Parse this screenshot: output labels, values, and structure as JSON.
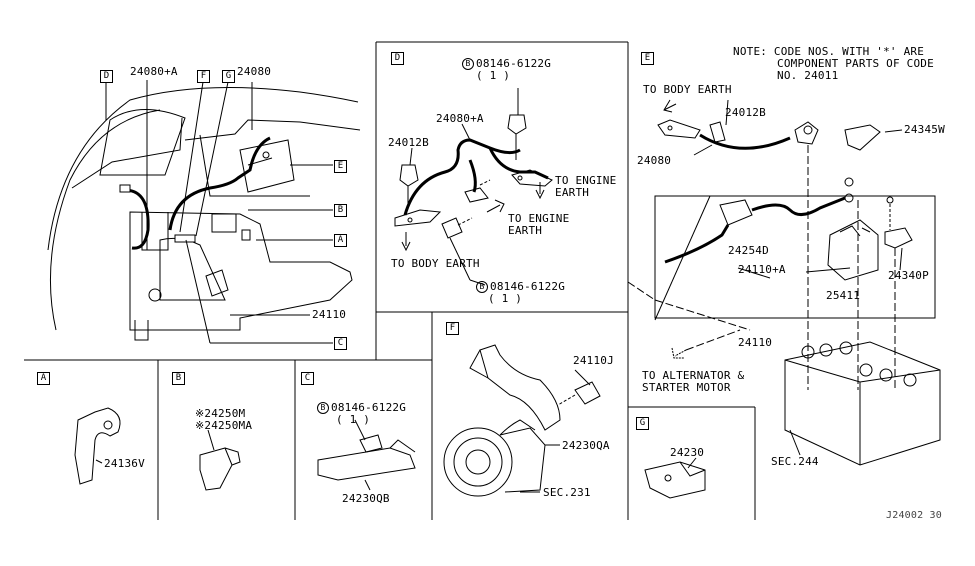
{
  "main": {
    "labels": {
      "p24080a": "24080+A",
      "p24080": "24080",
      "p24110": "24110"
    },
    "callouts": [
      "D",
      "F",
      "G",
      "E",
      "B",
      "A",
      "C"
    ]
  },
  "section_d": {
    "tag": "D",
    "bolt_top": {
      "code": "B",
      "part": "08146-6122G",
      "qty": "( 1 )"
    },
    "p24080a": "24080+A",
    "p24012b": "24012B",
    "to_engine_earth_1": [
      "TO ENGINE",
      "EARTH"
    ],
    "to_engine_earth_2": [
      "TO ENGINE",
      "EARTH"
    ],
    "to_body_earth": "TO BODY EARTH",
    "bolt_bottom": {
      "code": "B",
      "part": "08146-6122G",
      "qty": "( 1 )"
    }
  },
  "section_e": {
    "tag": "E",
    "note": [
      "NOTE: CODE NOS. WITH '*' ARE",
      "COMPONENT PARTS OF CODE",
      "NO. 24011"
    ],
    "to_body_earth": "TO BODY EARTH",
    "p24012b": "24012B",
    "p24345w": "24345W",
    "p24080": "24080",
    "p24254d": "24254D",
    "p24110a": "24110+A",
    "p24340p": "24340P",
    "p25411": "25411",
    "p24110": "24110",
    "to_alternator": [
      "TO ALTERNATOR &",
      "STARTER MOTOR"
    ],
    "sec244": "SEC.244"
  },
  "section_a": {
    "tag": "A",
    "part": "24136V"
  },
  "section_b": {
    "tag": "B",
    "part1": "※24250M",
    "part2": "※24250MA"
  },
  "section_c": {
    "tag": "C",
    "bolt": {
      "code": "B",
      "part": "08146-6122G",
      "qty": "( 1 )"
    },
    "part": "24230QB"
  },
  "section_f": {
    "tag": "F",
    "p24110j": "24110J",
    "p24230qa": "24230QA",
    "sec231": "SEC.231"
  },
  "section_g": {
    "tag": "G",
    "part": "24230"
  },
  "footer": {
    "code": "J24002 30"
  }
}
